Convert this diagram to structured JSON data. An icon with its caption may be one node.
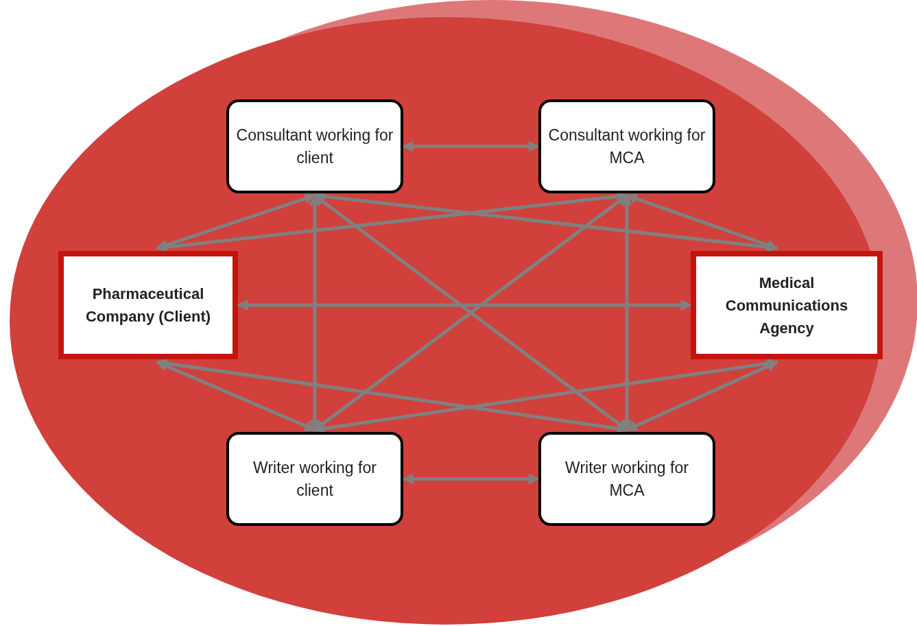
{
  "diagram": {
    "nodes": [
      {
        "text": [
          "Consultant working for client"
        ]
      },
      {
        "text": [
          "Consultant working for MCA"
        ]
      },
      {
        "text": [
          "Pharmaceutical Company (Client)"
        ]
      },
      {
        "text": [
          "Medical Communications Agency"
        ]
      },
      {
        "text": [
          "Writer working for client"
        ]
      },
      {
        "text": [
          "Writer working for MCA"
        ]
      }
    ],
    "edges": [
      {
        "from": 0,
        "to": 1,
        "arrow": "both"
      },
      {
        "from": 4,
        "to": 5,
        "arrow": "both"
      },
      {
        "from": 2,
        "to": 3,
        "arrow": "both"
      },
      {
        "from": 0,
        "to": 4,
        "arrow": "both"
      },
      {
        "from": 1,
        "to": 5,
        "arrow": "both"
      },
      {
        "from": 0,
        "to": 5,
        "arrow": "both"
      },
      {
        "from": 1,
        "to": 4,
        "arrow": "both"
      },
      {
        "from": 2,
        "to": 0,
        "arrow": "both"
      },
      {
        "from": 2,
        "to": 1,
        "arrow": "both"
      },
      {
        "from": 2,
        "to": 4,
        "arrow": "both"
      },
      {
        "from": 2,
        "to": 5,
        "arrow": "both"
      },
      {
        "from": 3,
        "to": 0,
        "arrow": "both"
      },
      {
        "from": 3,
        "to": 1,
        "arrow": "both"
      },
      {
        "from": 3,
        "to": 4,
        "arrow": "both"
      },
      {
        "from": 3,
        "to": 5,
        "arrow": "both"
      }
    ]
  }
}
